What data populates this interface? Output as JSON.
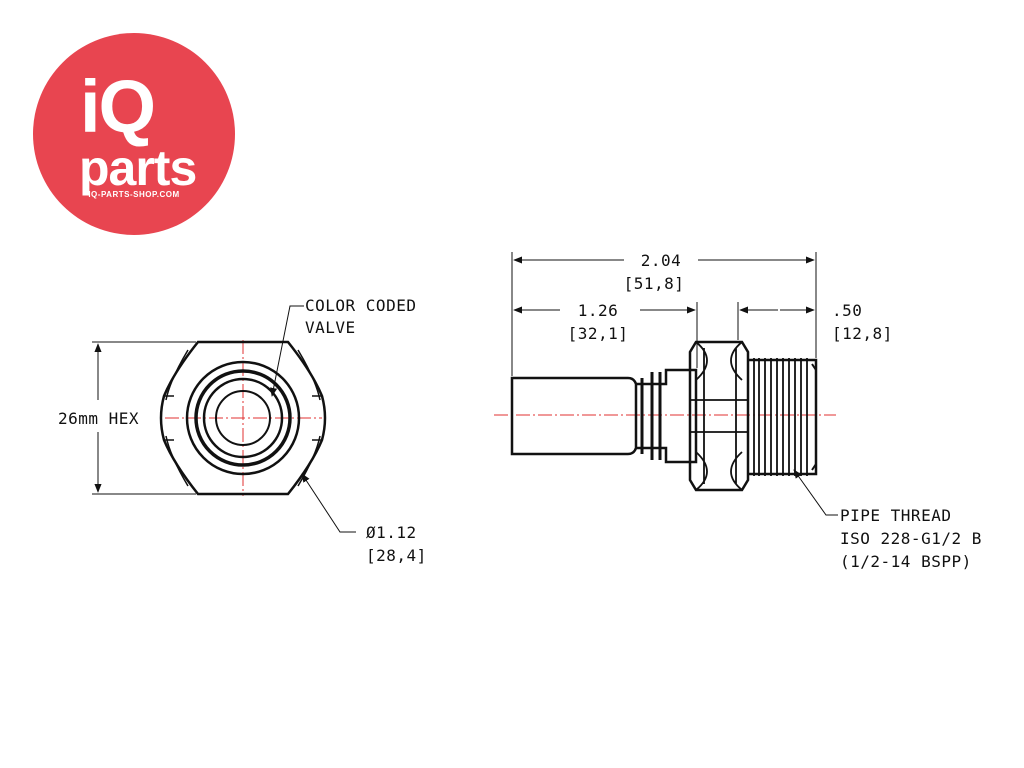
{
  "colors": {
    "logo_red": "#e84550",
    "line": "#111111",
    "centerline": "#e03030",
    "background": "#ffffff"
  },
  "logo": {
    "line1": "iQ",
    "line2": "parts",
    "url": "IQ-PARTS-SHOP.COM"
  },
  "front_view": {
    "hex_label": "26mm HEX",
    "valve_label_line1": "COLOR CODED",
    "valve_label_line2": "VALVE",
    "diameter_in": "Ø1.12",
    "diameter_mm": "[28,4]"
  },
  "side_view": {
    "overall_in": "2.04",
    "overall_mm": "[51,8]",
    "stem_in": "1.26",
    "stem_mm": "[32,1]",
    "thread_len_in": ".50",
    "thread_len_mm": "[12,8]",
    "thread_label_line1": "PIPE THREAD",
    "thread_label_line2": "ISO 228-G1/2 B",
    "thread_label_line3": "(1/2-14 BSPP)"
  }
}
